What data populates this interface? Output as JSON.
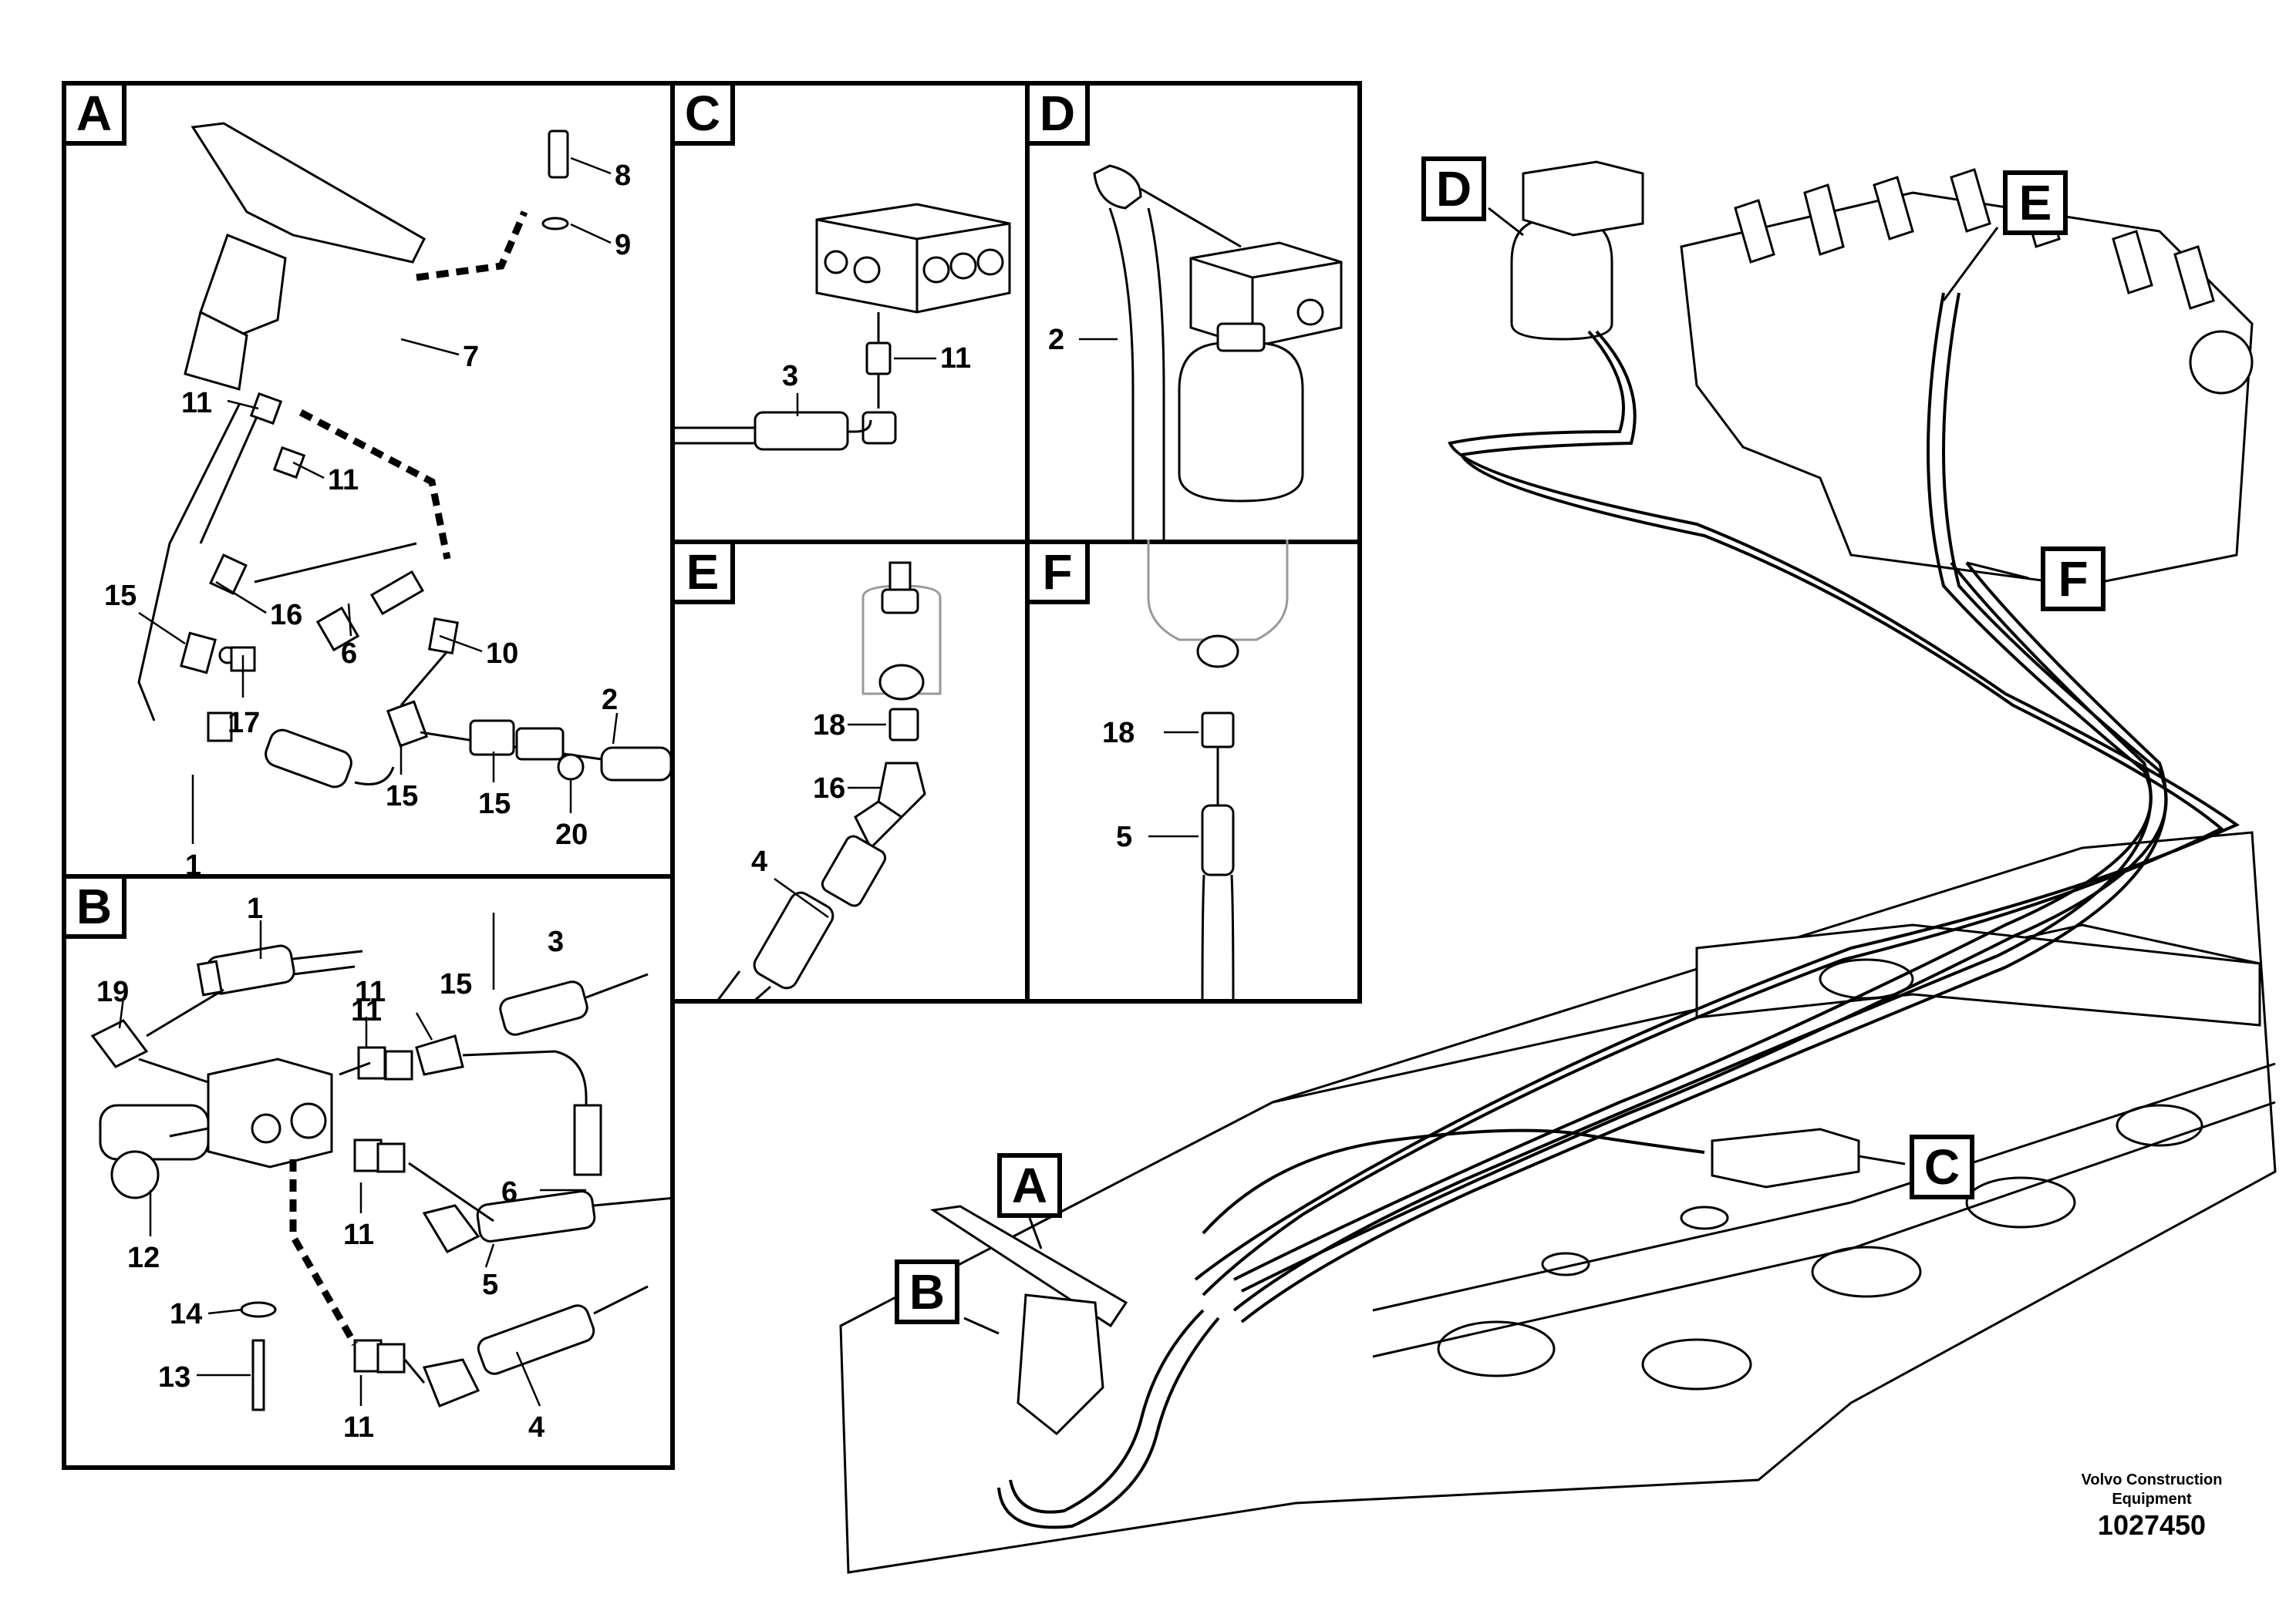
{
  "panels": {
    "A": {
      "label": "A"
    },
    "B": {
      "label": "B"
    },
    "C": {
      "label": "C"
    },
    "D": {
      "label": "D"
    },
    "E": {
      "label": "E"
    },
    "F": {
      "label": "F"
    }
  },
  "callouts": {
    "A": [
      "8",
      "9",
      "7",
      "11",
      "11",
      "6",
      "10",
      "15",
      "16",
      "17",
      "2",
      "15",
      "15",
      "20",
      "1"
    ],
    "B": [
      "1",
      "3",
      "19",
      "11",
      "15",
      "11",
      "6",
      "14",
      "11",
      "12",
      "5",
      "13",
      "11",
      "4"
    ],
    "C": [
      "3",
      "11"
    ],
    "D": [
      "2"
    ],
    "E": [
      "18",
      "16",
      "4"
    ],
    "F": [
      "18",
      "5"
    ]
  },
  "overview_tags": [
    "D",
    "E",
    "F",
    "C",
    "A",
    "B"
  ],
  "footer": {
    "company_line1": "Volvo Construction",
    "company_line2": "Equipment",
    "drawing_number": "1027450"
  }
}
